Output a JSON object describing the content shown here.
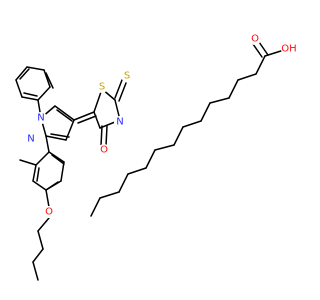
{
  "labels": {
    "oh": "OH",
    "o_acid": "O",
    "s_thione": "S",
    "s_ring": "S",
    "n_ring": "N",
    "o_carbonyl": "O",
    "n1_pyrazole": "N",
    "n2_pyrazole": "N",
    "o_ether": "O"
  },
  "colors": {
    "carbon_bond": "#000000",
    "oxygen": "#ff0d0d",
    "nitrogen": "#2a2aff",
    "sulfur": "#c9a400"
  }
}
